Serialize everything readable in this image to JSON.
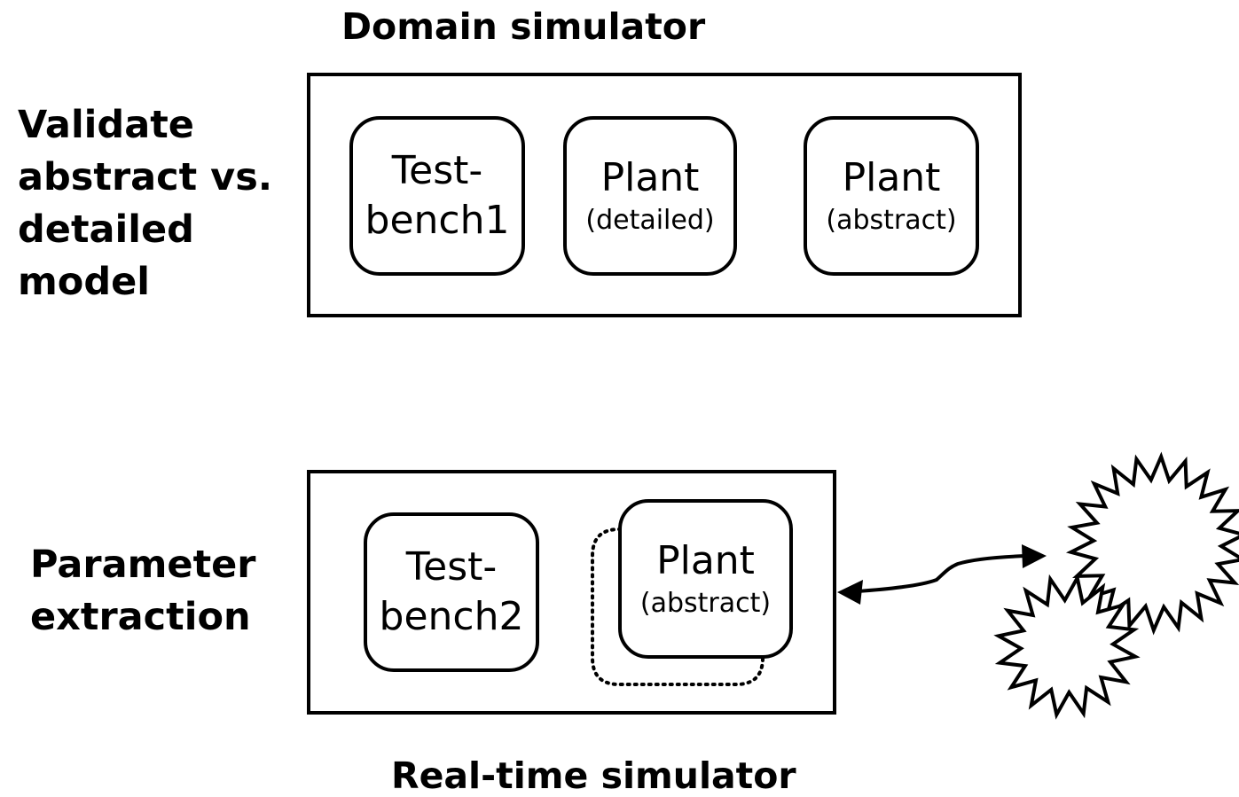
{
  "domain_simulator": {
    "title": "Domain simulator",
    "side_label_lines": [
      "Validate",
      "abstract vs.",
      "detailed",
      "model"
    ],
    "blocks": [
      {
        "main_lines": [
          "Test-",
          "bench1"
        ],
        "sub": ""
      },
      {
        "main_lines": [
          "Plant"
        ],
        "sub": "(detailed)"
      },
      {
        "main_lines": [
          "Plant"
        ],
        "sub": "(abstract)"
      }
    ]
  },
  "realtime_simulator": {
    "title": "Real-time simulator",
    "side_label_lines": [
      "Parameter",
      "extraction"
    ],
    "blocks": [
      {
        "main_lines": [
          "Test-",
          "bench2"
        ],
        "sub": ""
      },
      {
        "main_lines": [
          "Plant"
        ],
        "sub": "(abstract)"
      }
    ]
  },
  "external": {
    "shape": "starburst"
  }
}
